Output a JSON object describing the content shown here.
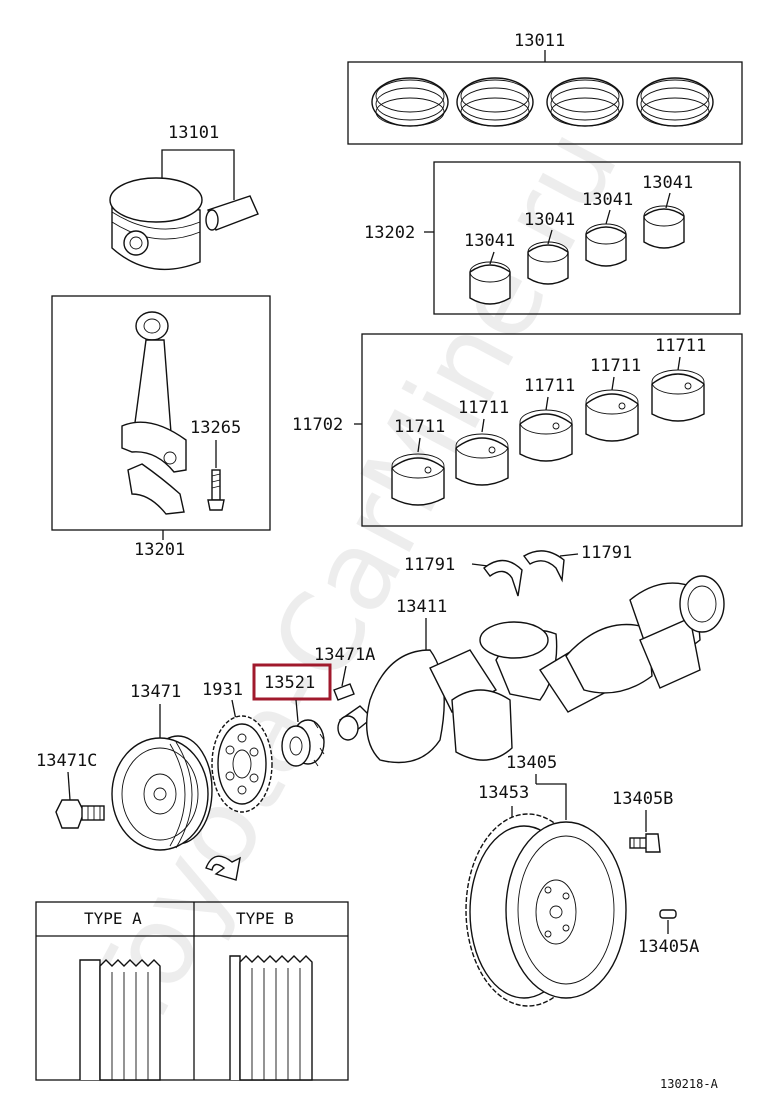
{
  "watermark": "Toyota-CarMine.ru",
  "labels": {
    "piston_ring_set": "13011",
    "piston": "13101",
    "conn_bearing_set": "13202",
    "conn_bearing_1": "13041",
    "conn_bearing_2": "13041",
    "conn_bearing_3": "13041",
    "conn_bearing_4": "13041",
    "conn_rod": "13201",
    "conn_rod_bolt": "13265",
    "main_bearing_set": "11702",
    "main_bearing_1": "11711",
    "main_bearing_2": "11711",
    "main_bearing_3": "11711",
    "main_bearing_4": "11711",
    "main_bearing_5": "11711",
    "thrust_washer_left": "11791",
    "thrust_washer_right": "11791",
    "crankshaft": "13411",
    "crank_key": "13471A",
    "crank_gear": "13521",
    "timing_gear": "1931",
    "pulley": "13471",
    "pulley_bolt": "13471C",
    "flywheel": "13405",
    "ring_gear": "13453",
    "flywheel_bolt": "13405B",
    "flywheel_pin": "13405A"
  },
  "types": {
    "type_a": "TYPE A",
    "type_b": "TYPE B"
  },
  "figure_number": "130218-A"
}
